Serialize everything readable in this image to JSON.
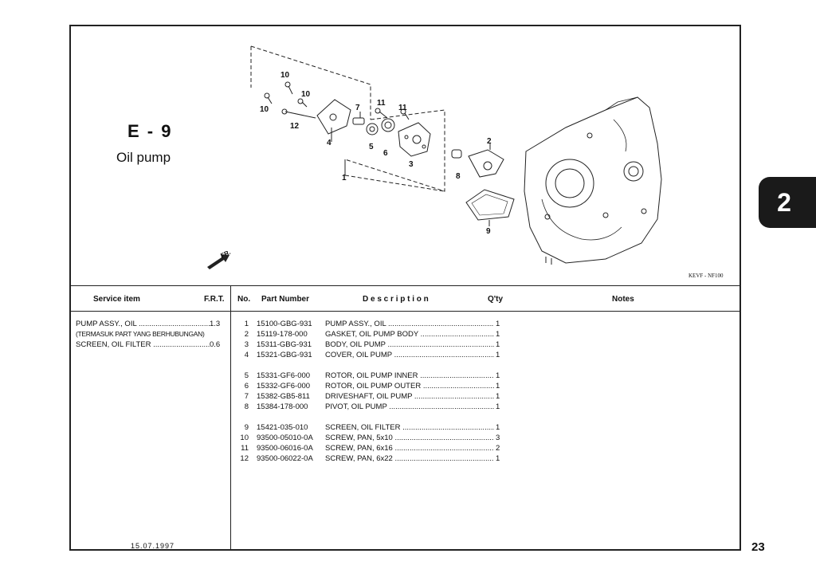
{
  "section": {
    "code": "E - 9",
    "title": "Oil pump",
    "figure_code": "KEVF - NF100"
  },
  "chapter_tab": "2",
  "page_number": "23",
  "date": "15.07.1997",
  "diagram": {
    "callouts": [
      "10",
      "10",
      "10",
      "12",
      "4",
      "7",
      "5",
      "6",
      "11",
      "11",
      "3",
      "1",
      "2",
      "8",
      "9"
    ],
    "direction_label": "FR."
  },
  "table": {
    "headers": {
      "service_item": "Service item",
      "frt": "F.R.T.",
      "no": "No.",
      "part_number": "Part Number",
      "description": "D e s c r i p t i o n",
      "qty": "Q'ty",
      "notes": "Notes"
    },
    "service_items": [
      {
        "name": "PUMP ASSY., OIL",
        "value": "1.3"
      },
      {
        "name": "(TERMASUK PART YANG BERHUBUNGAN)",
        "value": ""
      },
      {
        "name": "SCREEN, OIL FILTER",
        "value": "0.6"
      }
    ],
    "parts": [
      {
        "no": "1",
        "part_number": "15100-GBG-931",
        "description": "PUMP ASSY., OIL",
        "qty": "1"
      },
      {
        "no": "2",
        "part_number": "15119-178-000",
        "description": "GASKET, OIL PUMP BODY",
        "qty": "1"
      },
      {
        "no": "3",
        "part_number": "15311-GBG-931",
        "description": "BODY, OIL PUMP",
        "qty": "1"
      },
      {
        "no": "4",
        "part_number": "15321-GBG-931",
        "description": "COVER, OIL PUMP",
        "qty": "1"
      },
      {
        "no": "5",
        "part_number": "15331-GF6-000",
        "description": "ROTOR, OIL PUMP INNER",
        "qty": "1"
      },
      {
        "no": "6",
        "part_number": "15332-GF6-000",
        "description": "ROTOR, OIL PUMP OUTER",
        "qty": "1"
      },
      {
        "no": "7",
        "part_number": "15382-GB5-811",
        "description": "DRIVESHAFT, OIL PUMP",
        "qty": "1"
      },
      {
        "no": "8",
        "part_number": "15384-178-000",
        "description": "PIVOT, OIL PUMP",
        "qty": "1"
      },
      {
        "no": "9",
        "part_number": "15421-035-010",
        "description": "SCREEN, OIL FILTER",
        "qty": "1"
      },
      {
        "no": "10",
        "part_number": "93500-05010-0A",
        "description": "SCREW, PAN, 5x10",
        "qty": "3"
      },
      {
        "no": "11",
        "part_number": "93500-06016-0A",
        "description": "SCREW, PAN, 6x16",
        "qty": "2"
      },
      {
        "no": "12",
        "part_number": "93500-06022-0A",
        "description": "SCREW, PAN, 6x22",
        "qty": "1"
      }
    ]
  }
}
